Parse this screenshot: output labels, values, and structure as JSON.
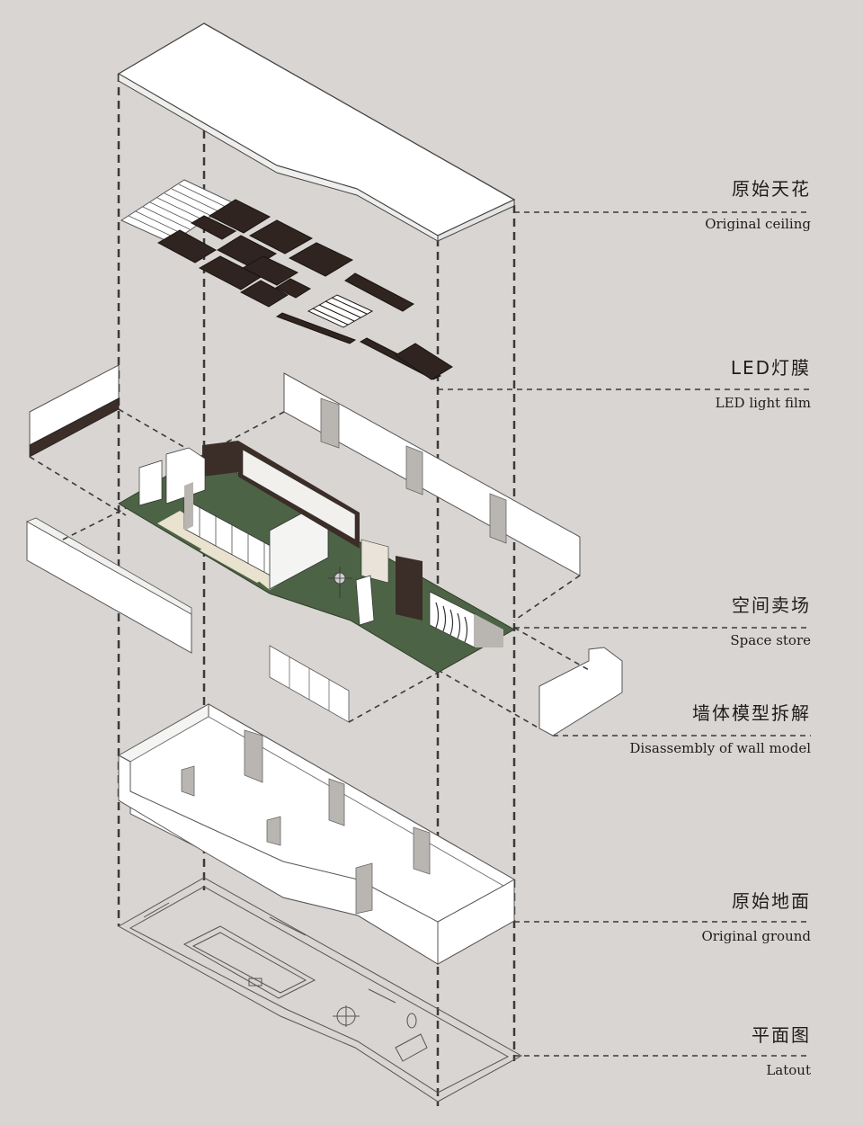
{
  "layers": [
    {
      "cn": "原始天花",
      "en": "Original ceiling"
    },
    {
      "cn": "LED灯膜",
      "en": "LED light film"
    },
    {
      "cn": "空间卖场",
      "en": "Space store"
    },
    {
      "cn": "墙体模型拆解",
      "en": "Disassembly of wall model"
    },
    {
      "cn": "原始地面",
      "en": "Original ground"
    },
    {
      "cn": "平面图",
      "en": "Latout"
    }
  ],
  "colors": {
    "background": "#d9d5d2",
    "line": "#3a3a3a",
    "wall": "#ffffff",
    "floor_green": "#4d6345",
    "dark_wood": "#3b2d27",
    "column": "#b9b6b2"
  }
}
